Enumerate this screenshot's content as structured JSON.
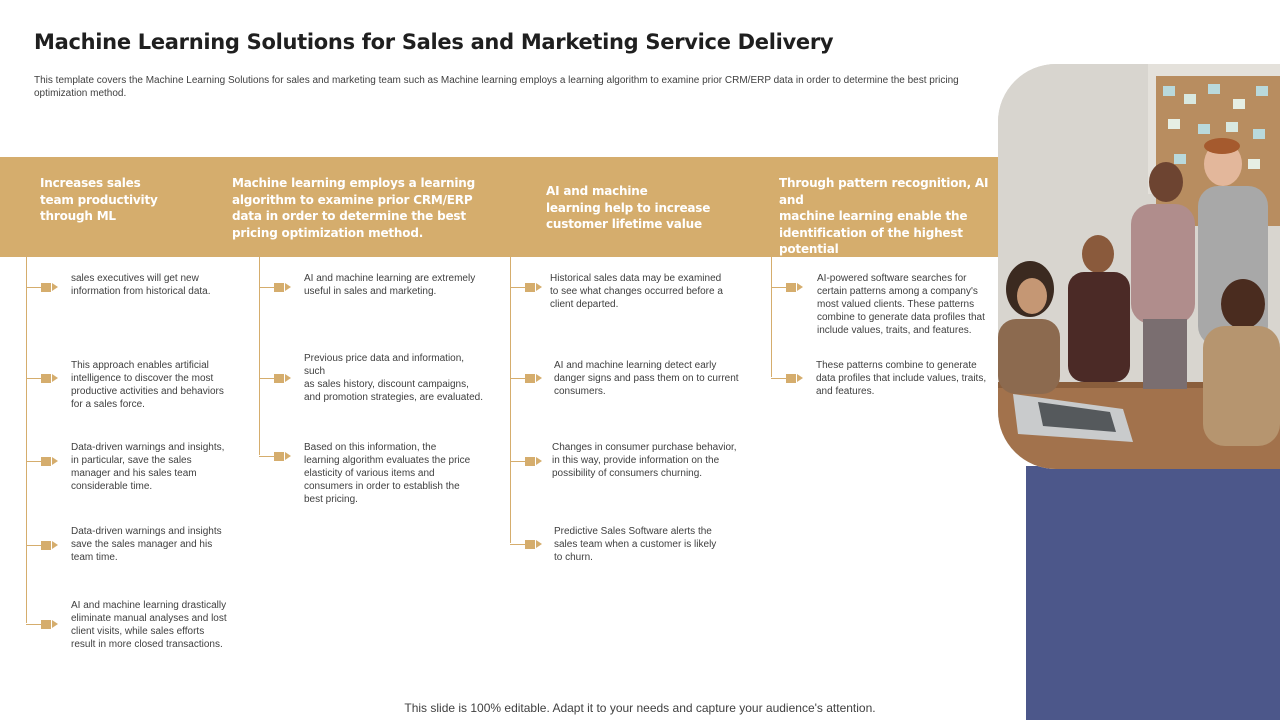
{
  "title": "Machine Learning Solutions for Sales and Marketing Service Delivery",
  "subtitle": "This template covers the Machine Learning Solutions for sales and marketing team such as Machine learning employs a learning algorithm to examine prior CRM/ERP  data in order to determine the best pricing optimization  method.",
  "colors": {
    "accent": "#d5ad6d",
    "panel": "#4c578a",
    "text": "#404040"
  },
  "photo": {
    "icon": "team-meeting-photo"
  },
  "columns": [
    {
      "header": "Increases sales\nteam productivity\nthrough ML",
      "items": [
        "sales executives will get new\ninformation from historical data.",
        "This approach enables artificial\nintelligence to discover the most\nproductive activities and behaviors\nfor a sales force.",
        "Data-driven warnings and insights,\nin particular, save the sales\nmanager and his sales team\nconsiderable time.",
        "Data-driven warnings and insights\nsave the sales manager and his\nteam time.",
        "AI and machine learning drastically\neliminate  manual analyses and lost\nclient visits, while sales efforts\nresult in more closed transactions."
      ]
    },
    {
      "header": "Machine learning employs a learning\nalgorithm to examine prior CRM/ERP\ndata in order to determine the best\npricing optimization method.",
      "items": [
        "AI and machine learning are extremely\nuseful in sales and marketing.",
        "Previous price data and information,\nsuch\nas sales history, discount campaigns,\nand promotion  strategies, are evaluated.",
        "Based on this information, the\nlearning algorithm evaluates the price\nelasticity of various items and\nconsumers in order to establish the\nbest pricing."
      ]
    },
    {
      "header": "AI and machine\nlearning help to increase\ncustomer lifetime  value",
      "items": [
        "Historical sales data may be examined\nto see what changes occurred before a\nclient departed.",
        "AI and machine learning detect early\ndanger signs and pass them on to current\nconsumers.",
        "Changes in consumer purchase behavior,\nin this way, provide information on the\npossibility of consumers churning.",
        "Predictive Sales Software alerts the\nsales team  when a customer is likely\nto churn."
      ]
    },
    {
      "header": "Through pattern recognition, AI and\nmachine learning enable the\nidentification of the highest potential\nin new prospective clients.",
      "items": [
        "AI-powered software searches for\ncertain patterns among a company's\nmost valued clients. These patterns\ncombine to generate data profiles that\ninclude values, traits, and features.",
        "These patterns combine to generate\ndata profiles that include values, traits,\nand features."
      ]
    }
  ],
  "footer": "This slide is 100% editable. Adapt it to your needs and capture your audience's attention."
}
